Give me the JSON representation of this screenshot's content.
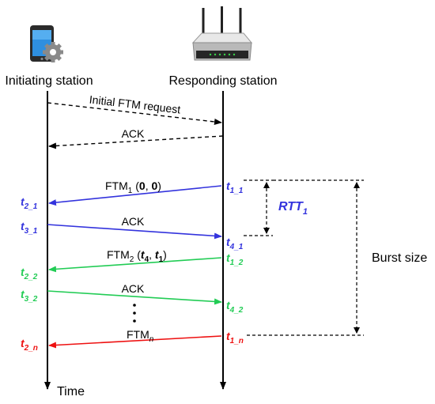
{
  "stations": {
    "initiating": "Initiating station",
    "responding": "Responding station"
  },
  "time_label": "Time",
  "messages": {
    "initial_request": "Initial FTM request",
    "ack": "ACK",
    "ftm1": {
      "base": "FTM",
      "sub": "1",
      "open": " (",
      "a": "0",
      "sep": ", ",
      "b": "0",
      "close": ")"
    },
    "ftm2": {
      "base": "FTM",
      "sub": "2",
      "open": " (",
      "a": "t",
      "a_sub": "4",
      "sep": ", ",
      "b": "t",
      "b_sub": "1",
      "close": ")"
    },
    "ftmn": {
      "base": "FTM",
      "sub": "n"
    },
    "dots": "⋮"
  },
  "timestamps": {
    "t1_1": {
      "t": "t",
      "sub": "1_1",
      "color": "#3333dd"
    },
    "t2_1": {
      "t": "t",
      "sub": "2_1",
      "color": "#3333dd"
    },
    "t3_1": {
      "t": "t",
      "sub": "3_1",
      "color": "#3333dd"
    },
    "t4_1": {
      "t": "t",
      "sub": "4_1",
      "color": "#3333dd"
    },
    "t1_2": {
      "t": "t",
      "sub": "1_2",
      "color": "#22cc55"
    },
    "t2_2": {
      "t": "t",
      "sub": "2_2",
      "color": "#22cc55"
    },
    "t3_2": {
      "t": "t",
      "sub": "3_2",
      "color": "#22cc55"
    },
    "t4_2": {
      "t": "t",
      "sub": "4_2",
      "color": "#22cc55"
    },
    "t1_n": {
      "t": "t",
      "sub": "1_",
      "sub_n": "n",
      "color": "#ee1111"
    },
    "t2_n": {
      "t": "t",
      "sub": "2_",
      "sub_n": "n",
      "color": "#ee1111"
    }
  },
  "rtt": {
    "base": "RTT",
    "sub": "1",
    "color": "#3333dd"
  },
  "burst_size": "Burst size",
  "icons": [
    "smartphone-gear-icon",
    "wifi-router-icon"
  ],
  "colors": {
    "blue": "#3333dd",
    "green": "#22cc55",
    "red": "#ee1111"
  }
}
